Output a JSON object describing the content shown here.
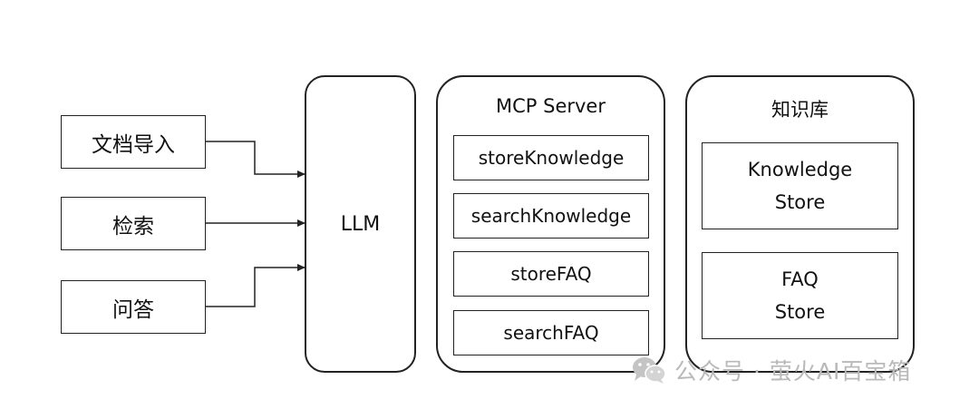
{
  "inputs": [
    "文档导入",
    "检索",
    "问答"
  ],
  "llm": {
    "label": "LLM"
  },
  "mcp_server": {
    "title": "MCP Server",
    "tools": [
      "storeKnowledge",
      "searchKnowledge",
      "storeFAQ",
      "searchFAQ"
    ]
  },
  "knowledge_base": {
    "title": "知识库",
    "stores": [
      {
        "line1": "Knowledge",
        "line2": "Store"
      },
      {
        "line1": "FAQ",
        "line2": "Store"
      }
    ]
  },
  "watermark": {
    "text": "公众号 · 萤火AI百宝箱",
    "icon": "wechat-icon"
  },
  "colors": {
    "stroke": "#222222",
    "watermark": "#b9b9b9"
  }
}
